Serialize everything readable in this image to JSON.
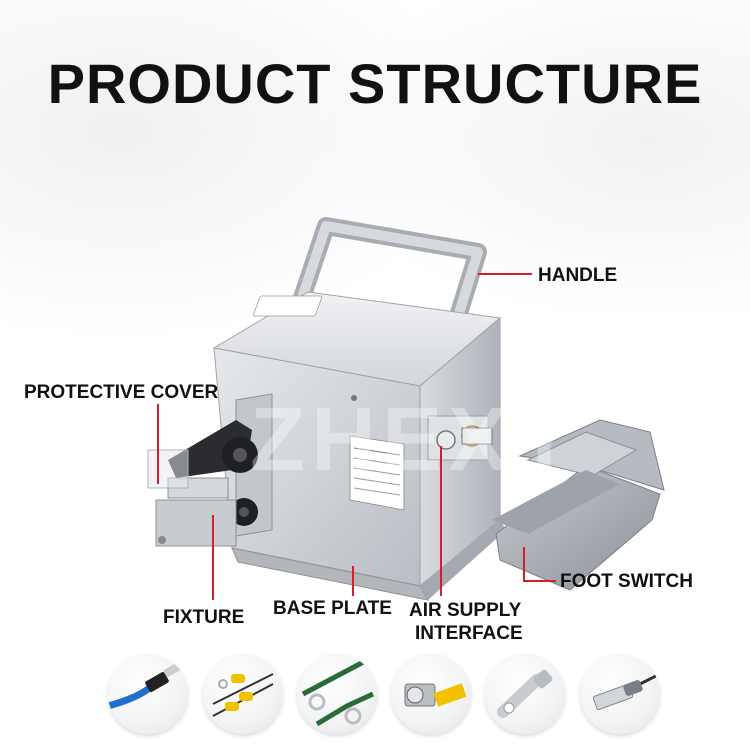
{
  "title": "PRODUCT STRUCTURE",
  "labels": {
    "handle": "HANDLE",
    "protective_cover": "PROTECTIVE COVER",
    "foot_switch": "FOOT SWITCH",
    "fixture": "FIXTURE",
    "base_plate": "BASE PLATE",
    "air_supply_line1": "AIR SUPPLY",
    "air_supply_line2": "INTERFACE"
  },
  "watermark": "ZHEXY",
  "colors": {
    "leader_line": "#d0202a",
    "title_text": "#111111",
    "machine_body": "#c9cdd2",
    "blue_wire": "#1f6fd1",
    "yellow_terminal": "#f2c200"
  },
  "thumbnails": [
    {
      "icon": "blue-wire-ferrule-icon"
    },
    {
      "icon": "yellow-insulated-terminals-icon"
    },
    {
      "icon": "ring-terminal-wires-icon"
    },
    {
      "icon": "coax-connector-icon"
    },
    {
      "icon": "copper-lug-icon"
    },
    {
      "icon": "spade-connector-icon"
    }
  ]
}
